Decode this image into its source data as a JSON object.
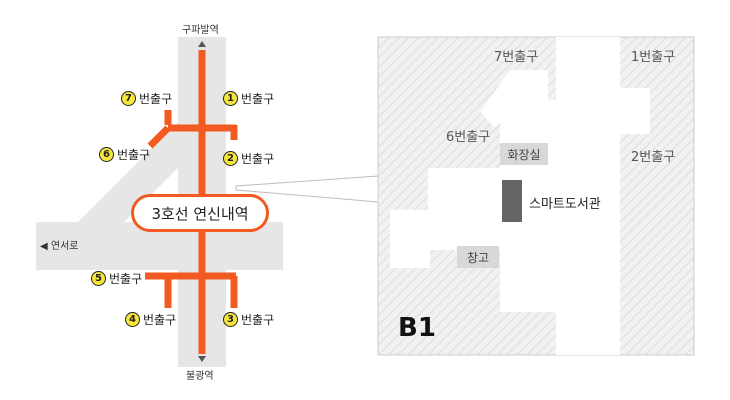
{
  "map": {
    "north_station": "구파발역",
    "south_station": "불광역",
    "west_road": "◀ 연서로",
    "station_name": "3호선 연신내역",
    "exits": [
      {
        "num": "1",
        "label": "번출구"
      },
      {
        "num": "2",
        "label": "번출구"
      },
      {
        "num": "3",
        "label": "번출구"
      },
      {
        "num": "4",
        "label": "번출구"
      },
      {
        "num": "5",
        "label": "번출구"
      },
      {
        "num": "6",
        "label": "번출구"
      },
      {
        "num": "7",
        "label": "번출구"
      }
    ],
    "line_color": "#f25a22",
    "badge_color": "#f6e63a"
  },
  "floor_plan": {
    "level": "B1",
    "exit_labels": [
      "7번출구",
      "1번출구",
      "6번출구",
      "2번출구"
    ],
    "restroom": "화장실",
    "storage": "창고",
    "library": "스마트도서관"
  }
}
